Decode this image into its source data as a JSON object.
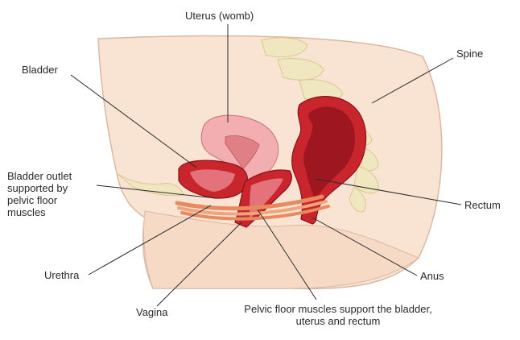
{
  "labels": {
    "uterus": "Uterus (womb)",
    "spine": "Spine",
    "bladder": "Bladder",
    "bladder_outlet": [
      "Bladder outlet",
      "supported by",
      "pelvic floor",
      "muscles"
    ],
    "rectum": "Rectum",
    "urethra": "Urethra",
    "anus": "Anus",
    "vagina": "Vagina",
    "pelvic_floor": [
      "Pelvic floor muscles support the bladder,",
      "uterus and rectum"
    ]
  },
  "colors": {
    "skin": "#f9e3d2",
    "skin_outline": "#d9b9a4",
    "bone": "#f0e6bf",
    "organ_pink": "#f2aeb0",
    "organ_red": "#c9252d",
    "organ_dark": "#8c1019",
    "muscle": "#e98a5e",
    "leader_line": "#2a2a2a"
  }
}
